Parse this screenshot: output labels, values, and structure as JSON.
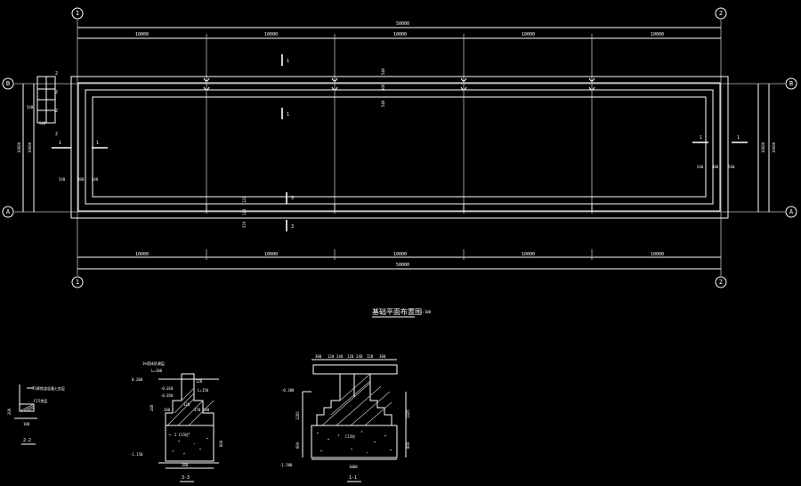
{
  "axes": {
    "bubble_1": "1",
    "bubble_2": "2",
    "bubble_a": "A",
    "bubble_b": "B"
  },
  "plan": {
    "total_top": "50000",
    "total_bottom": "50000",
    "bay": "10000",
    "bays_top": [
      "10000",
      "10000",
      "10000",
      "10000",
      "10000"
    ],
    "bays_bottom": [
      "10000",
      "10000",
      "10000",
      "10000",
      "10000"
    ],
    "width_left_outer": "10000",
    "width_left_inner": "10000",
    "width_right_outer": "10000",
    "width_right_inner": "10000",
    "wall_540": "540",
    "wall_300": "300",
    "wall_370": "370",
    "wall_120": "120",
    "section_1": "1",
    "section_2": "2",
    "section_3": "3",
    "title": "基础平面布置图",
    "scale": "1:100"
  },
  "detail_22": {
    "note": "75厚焦渣混凝土垫层",
    "note2": "C15垫层",
    "dim_200": "200",
    "dim_100": "100",
    "title": "2-2"
  },
  "detail_33": {
    "note_top": "1%墙体防潮层",
    "note_l": "L=100",
    "el_0200": "0.200",
    "el_0010": "-0.010",
    "el_0050": "-0.050",
    "dim_240": "240",
    "dim_200": "200",
    "dim_120": "120",
    "dim_370": "370",
    "dim_800": "800",
    "dim_380": "380",
    "dim_l150": "L=150",
    "el_1150": "-1.150",
    "note_fdn": "2 C15砼",
    "title": "3-3"
  },
  "detail_11": {
    "dims_top": [
      "300",
      "120",
      "240",
      "120",
      "240",
      "120",
      "300"
    ],
    "el_0300": "-0.300",
    "el_1500": "-1.500",
    "dim_1285": "1285",
    "dim_1325": "1325",
    "dim_800a": "800",
    "dim_800b": "800",
    "dim_1000": "1000",
    "note_fdn": "C15砼",
    "title": "1-1"
  }
}
